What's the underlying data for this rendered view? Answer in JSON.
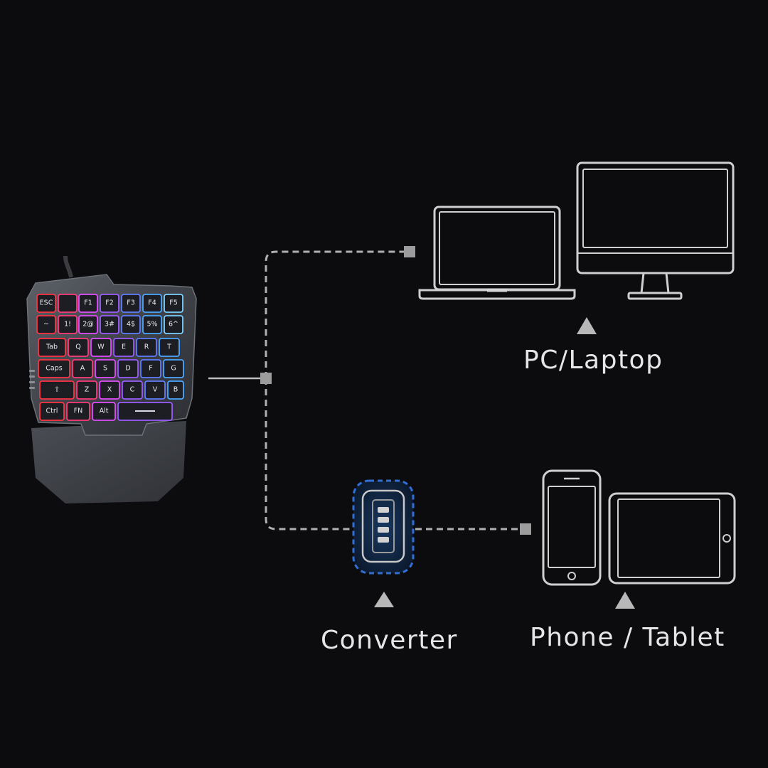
{
  "labels": {
    "pc_laptop": "PC/Laptop",
    "converter": "Converter",
    "phone_tablet": "Phone / Tablet"
  },
  "colors": {
    "background": "#0c0c0f",
    "line": "#b8b8b8",
    "device_outline": "#d0d0d0",
    "converter_accent": "#2f6fd6",
    "keyboard_body": "#4b4f55"
  },
  "icons": {
    "keyboard": "one-handed-gaming-keyboard",
    "laptop": "laptop-icon",
    "monitor": "desktop-monitor-icon",
    "phone": "smartphone-icon",
    "tablet": "tablet-icon",
    "converter": "usb-converter-icon",
    "pointer": "triangle-pointer-icon"
  },
  "keyboard": {
    "rows": [
      [
        "ESC",
        "",
        "F1",
        "F2",
        "F3",
        "F4",
        "F5"
      ],
      [
        "~",
        "1!",
        "2@",
        "3#",
        "4$",
        "5%",
        "6^"
      ],
      [
        "Tab",
        "Q",
        "W",
        "E",
        "R",
        "T"
      ],
      [
        "Caps",
        "A",
        "S",
        "D",
        "F",
        "G"
      ],
      [
        "⇧",
        "Z",
        "X",
        "C",
        "V",
        "B"
      ],
      [
        "Ctrl",
        "FN",
        "Alt",
        ""
      ]
    ]
  }
}
